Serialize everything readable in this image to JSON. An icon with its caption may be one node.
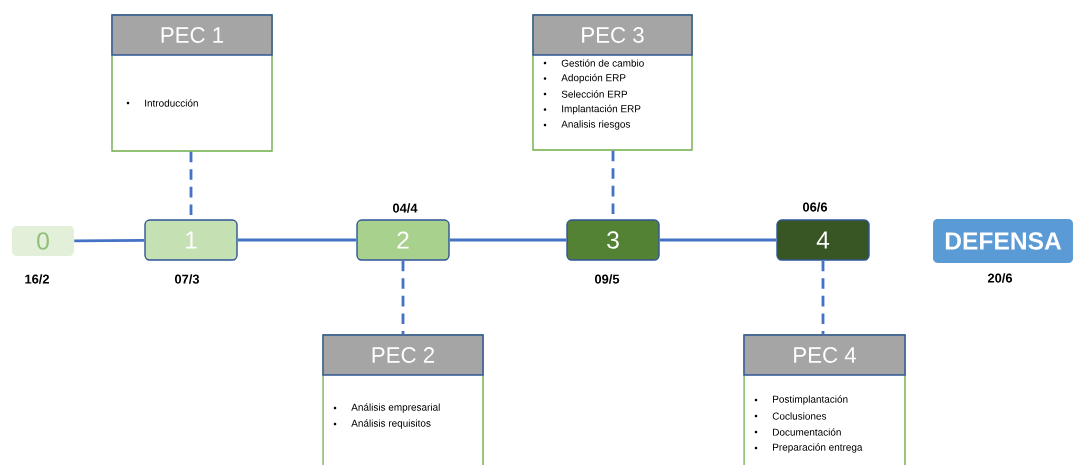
{
  "diagram": {
    "nodes": [
      {
        "text": [
          "0"
        ],
        "beside": [
          "16/2"
        ]
      },
      {
        "text": [
          "1"
        ],
        "beside": [
          "07/3"
        ]
      },
      {
        "text": [
          "2"
        ],
        "beside": [
          "04/4"
        ]
      },
      {
        "text": [
          "3"
        ],
        "beside": [
          "09/5"
        ]
      },
      {
        "text": [
          "4"
        ],
        "beside": [
          "06/6"
        ]
      },
      {
        "text": [
          "DEFENSA"
        ],
        "beside": [
          "20/6"
        ]
      },
      {
        "text": [
          "PEC 1",
          "Introducción"
        ]
      },
      {
        "text": [
          "PEC 2",
          "Análisis empresarial",
          "Análisis requisitos"
        ]
      },
      {
        "text": [
          "PEC 3",
          "Gestión de cambio",
          "Adopción ERP",
          "Selección ERP",
          "Implantación ERP",
          "Analisis riesgos"
        ]
      },
      {
        "text": [
          "PEC 4",
          "Postimplantación",
          "Coclusiones",
          "Documentación",
          "Preparación entrega"
        ]
      }
    ],
    "edges": [
      {
        "from": 0,
        "to": 1,
        "arrow": "none"
      },
      {
        "from": 1,
        "to": 2,
        "arrow": "none"
      },
      {
        "from": 2,
        "to": 3,
        "arrow": "none"
      },
      {
        "from": 3,
        "to": 4,
        "arrow": "none"
      },
      {
        "from": 6,
        "to": 1,
        "arrow": "none",
        "style": "dashed"
      },
      {
        "from": 2,
        "to": 7,
        "arrow": "none",
        "style": "dashed"
      },
      {
        "from": 8,
        "to": 3,
        "arrow": "none",
        "style": "dashed"
      },
      {
        "from": 4,
        "to": 9,
        "arrow": "none",
        "style": "dashed"
      }
    ]
  }
}
